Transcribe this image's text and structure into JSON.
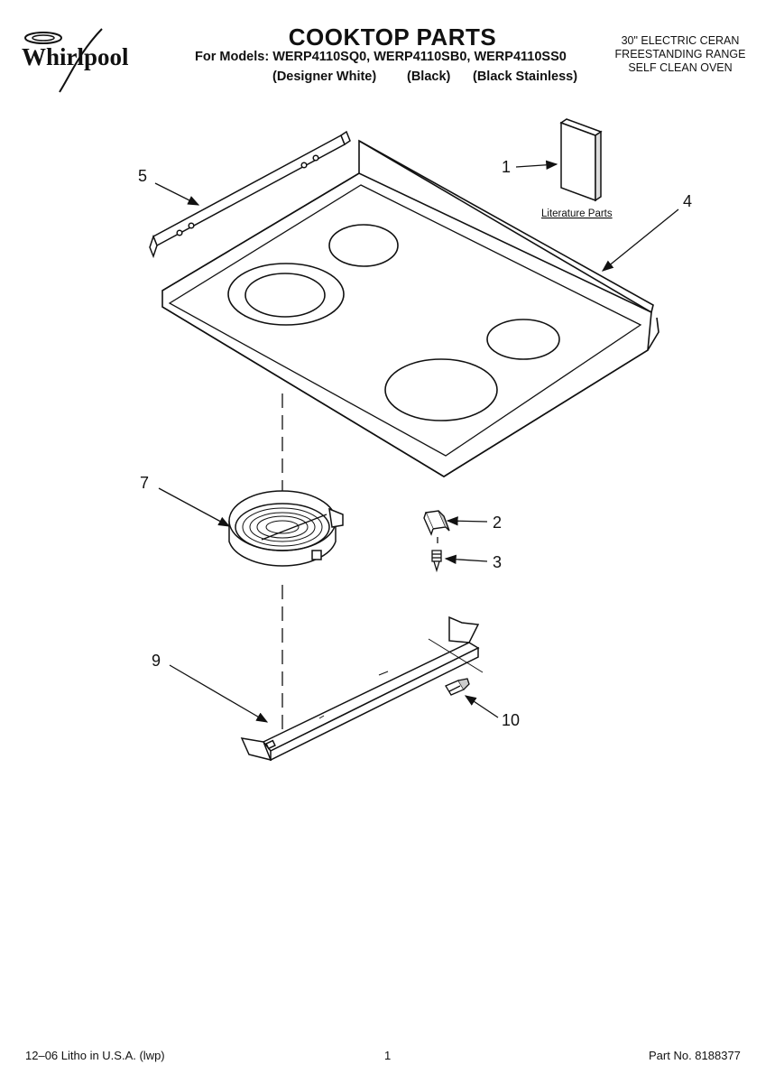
{
  "brand": "Whirlpool",
  "header": {
    "title": "COOKTOP PARTS",
    "models": "For Models: WERP4110SQ0, WERP4110SB0, WERP4110SS0",
    "variants": [
      "(Designer White)",
      "(Black)",
      "(Black Stainless)"
    ],
    "product_lines": [
      "30\" ELECTRIC CERAN",
      "FREESTANDING RANGE",
      "SELF CLEAN OVEN"
    ]
  },
  "diagram": {
    "callouts": [
      "1",
      "2",
      "3",
      "4",
      "5",
      "7",
      "9",
      "10"
    ],
    "literature_label": "Literature Parts"
  },
  "footer": {
    "print_info": "12–06 Litho in U.S.A. (lwp)",
    "page_number": "1",
    "part_number": "Part No. 8188377"
  }
}
